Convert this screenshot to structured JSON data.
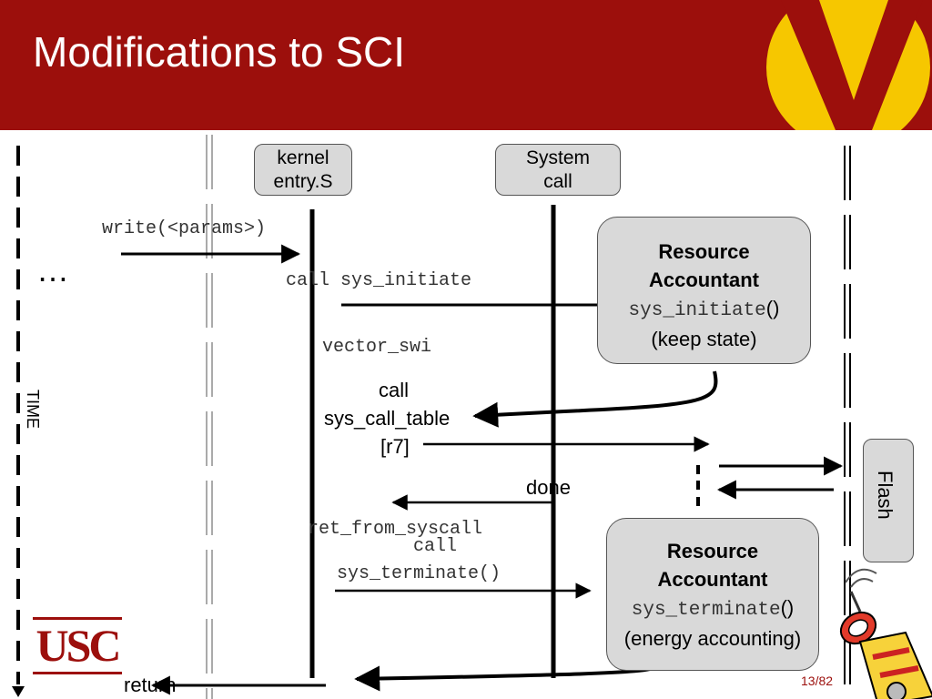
{
  "title": "Modifications to SCI",
  "boxes": {
    "kernel": "kernel\nentry.S",
    "system_call": "System\ncall",
    "flash": "Flash"
  },
  "resource_accountant_top": {
    "title": "Resource\nAccountant",
    "func": "sys_initiate",
    "func_suffix": "()",
    "note": "(keep state)"
  },
  "resource_accountant_bottom": {
    "title": "Resource\nAccountant",
    "func": "sys_terminate",
    "func_suffix": "()",
    "note": "(energy accounting)"
  },
  "labels": {
    "write": "write(<params>)",
    "ellipsis": "…",
    "call_sys_initiate": "call sys_initiate",
    "vector_swi": "vector_swi",
    "call": "call",
    "sys_call_table": "sys_call_table",
    "r7": "[r7]",
    "done": "done",
    "ret_from_syscall": "ret_from_syscall",
    "call2": "call",
    "sys_terminate": "sys_terminate()",
    "return": "return",
    "time": "TIME"
  },
  "footer": {
    "logo_text": "USC",
    "page": "13/82"
  },
  "colors": {
    "header": "#9c0f0c",
    "logo_yellow": "#f6c700",
    "box_fill": "#d9d9d9"
  }
}
